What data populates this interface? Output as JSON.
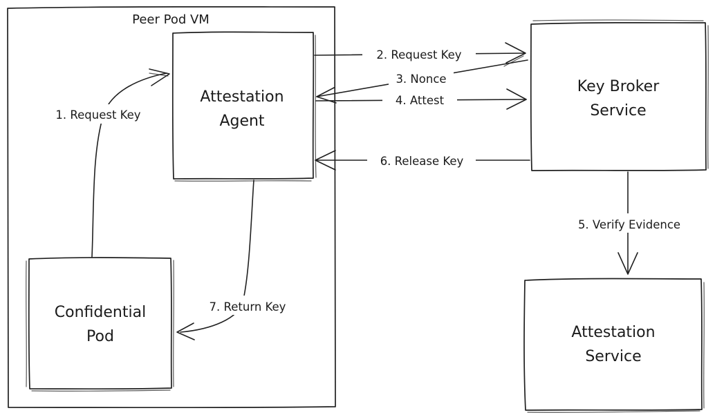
{
  "colors": {
    "background": "#ffffff",
    "stroke": "#1f1f1f",
    "text": "#1b1b1b"
  },
  "frame": {
    "label": "Peer Pod VM"
  },
  "nodes": [
    {
      "id": "attestation-agent",
      "label": [
        "Attestation",
        "Agent"
      ],
      "inside_frame": true
    },
    {
      "id": "confidential-pod",
      "label": [
        "Confidential",
        "Pod"
      ],
      "inside_frame": true
    },
    {
      "id": "key-broker-service",
      "label": [
        "Key Broker",
        "Service"
      ],
      "inside_frame": false
    },
    {
      "id": "attestation-service",
      "label": [
        "Attestation",
        "Service"
      ],
      "inside_frame": false
    }
  ],
  "arrows": [
    {
      "id": "1",
      "label": "1. Request Key",
      "from": "confidential-pod",
      "to": "attestation-agent"
    },
    {
      "id": "2",
      "label": "2. Request Key",
      "from": "attestation-agent",
      "to": "key-broker-service"
    },
    {
      "id": "3",
      "label": "3. Nonce",
      "from": "key-broker-service",
      "to": "attestation-agent"
    },
    {
      "id": "4",
      "label": "4. Attest",
      "from": "attestation-agent",
      "to": "key-broker-service"
    },
    {
      "id": "5",
      "label": "5. Verify Evidence",
      "from": "key-broker-service",
      "to": "attestation-service"
    },
    {
      "id": "6",
      "label": "6. Release Key",
      "from": "key-broker-service",
      "to": "attestation-agent"
    },
    {
      "id": "7",
      "label": "7. Return Key",
      "from": "attestation-agent",
      "to": "confidential-pod"
    }
  ]
}
